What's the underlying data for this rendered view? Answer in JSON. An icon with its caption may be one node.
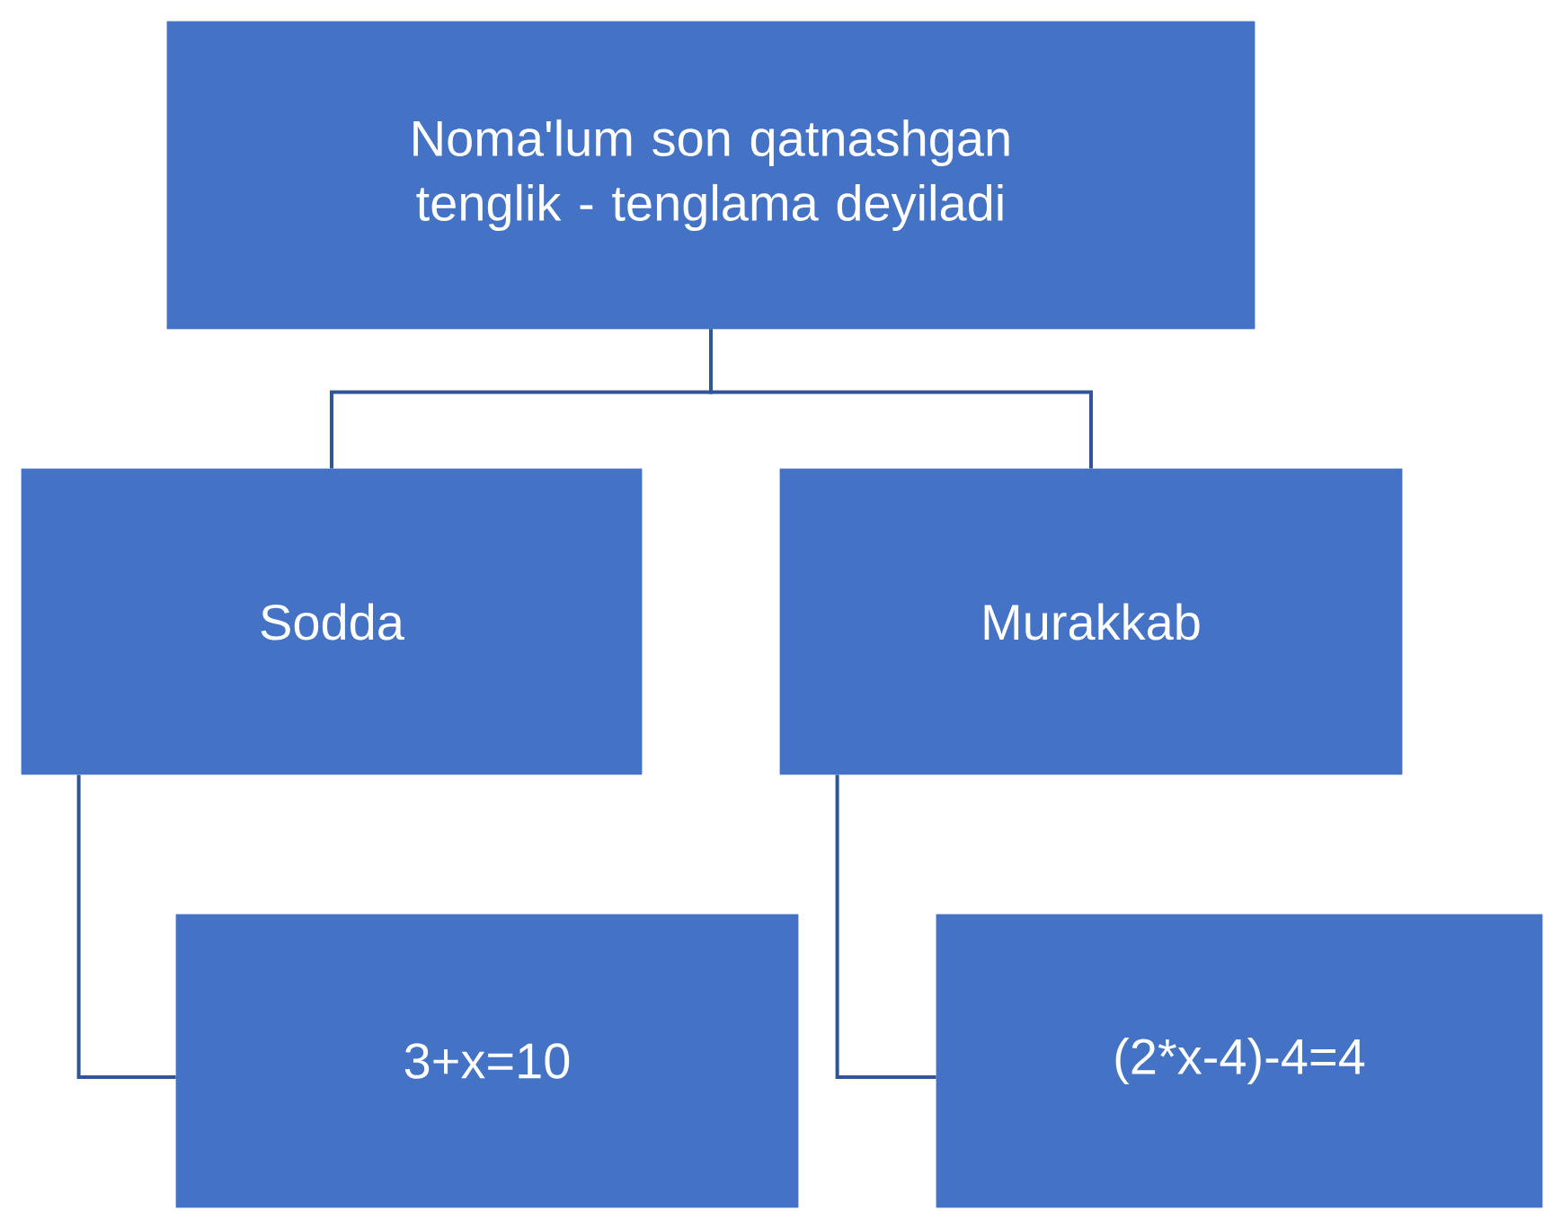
{
  "diagram": {
    "nodes": [
      {
        "text": [
          "Noma'lum son qatnashgan tenglik - tenglama deyiladi"
        ]
      },
      {
        "text": [
          "Sodda"
        ]
      },
      {
        "text": [
          "Murakkab"
        ]
      },
      {
        "text": [
          "3+x=10"
        ]
      },
      {
        "text": [
          "(2*x-4)-4=4"
        ]
      }
    ],
    "edges": [
      {
        "from": 0,
        "to": 1,
        "arrow": "none"
      },
      {
        "from": 0,
        "to": 2,
        "arrow": "none"
      },
      {
        "from": 1,
        "to": 3,
        "arrow": "none"
      },
      {
        "from": 2,
        "to": 4,
        "arrow": "none"
      }
    ]
  }
}
